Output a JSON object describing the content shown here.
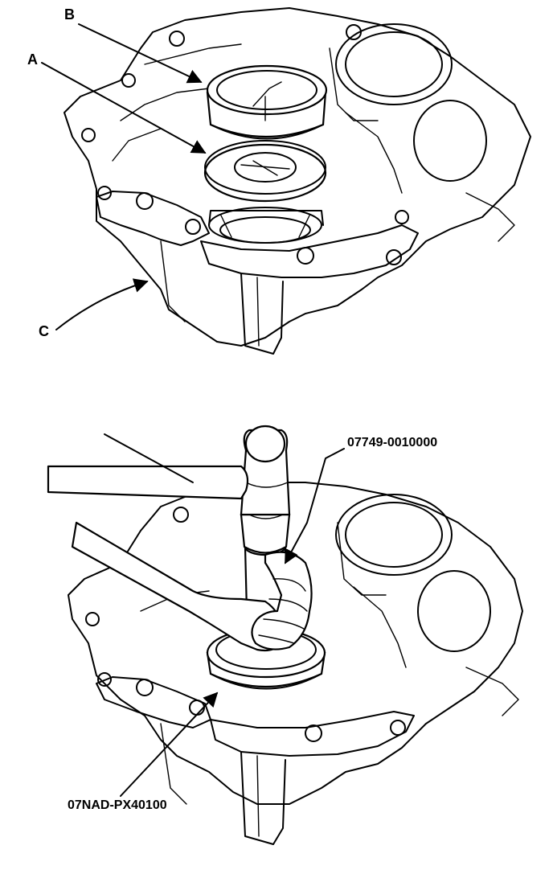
{
  "top_figure": {
    "labels": {
      "a": "A",
      "b": "B",
      "c": "C"
    }
  },
  "bottom_figure": {
    "labels": {
      "driver_tool": "07749-0010000",
      "attachment_tool": "07NAD-PX40100"
    }
  }
}
